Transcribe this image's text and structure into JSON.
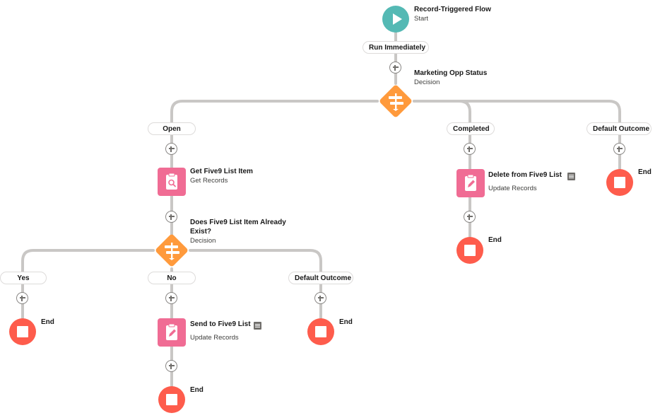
{
  "start": {
    "title": "Record-Triggered Flow",
    "subtitle": "Start",
    "run_label": "Run Immediately"
  },
  "decision1": {
    "title": "Marketing Opp Status",
    "subtitle": "Decision",
    "outcomes": {
      "open": "Open",
      "completed": "Completed",
      "default": "Default Outcome"
    }
  },
  "get_records": {
    "title": "Get Five9 List Item",
    "subtitle": "Get Records"
  },
  "decision2": {
    "title_line1": "Does Five9 List Item Already",
    "title_line2": "Exist?",
    "subtitle": "Decision",
    "outcomes": {
      "yes": "Yes",
      "no": "No",
      "default": "Default Outcome"
    }
  },
  "send_list": {
    "title": "Send to Five9 List",
    "subtitle": "Update Records"
  },
  "delete_list": {
    "title": "Delete from Five9 List",
    "subtitle": "Update Records"
  },
  "end_label": "End",
  "colors": {
    "start": "#54b9b4",
    "decision": "#ff9a3c",
    "records": "#f06c94",
    "end": "#fe5c4c",
    "connector": "#c9c7c5"
  },
  "icons": [
    "play-icon",
    "decision-icon",
    "get-records-icon",
    "update-records-icon",
    "stop-icon",
    "plus-icon",
    "description-icon"
  ]
}
